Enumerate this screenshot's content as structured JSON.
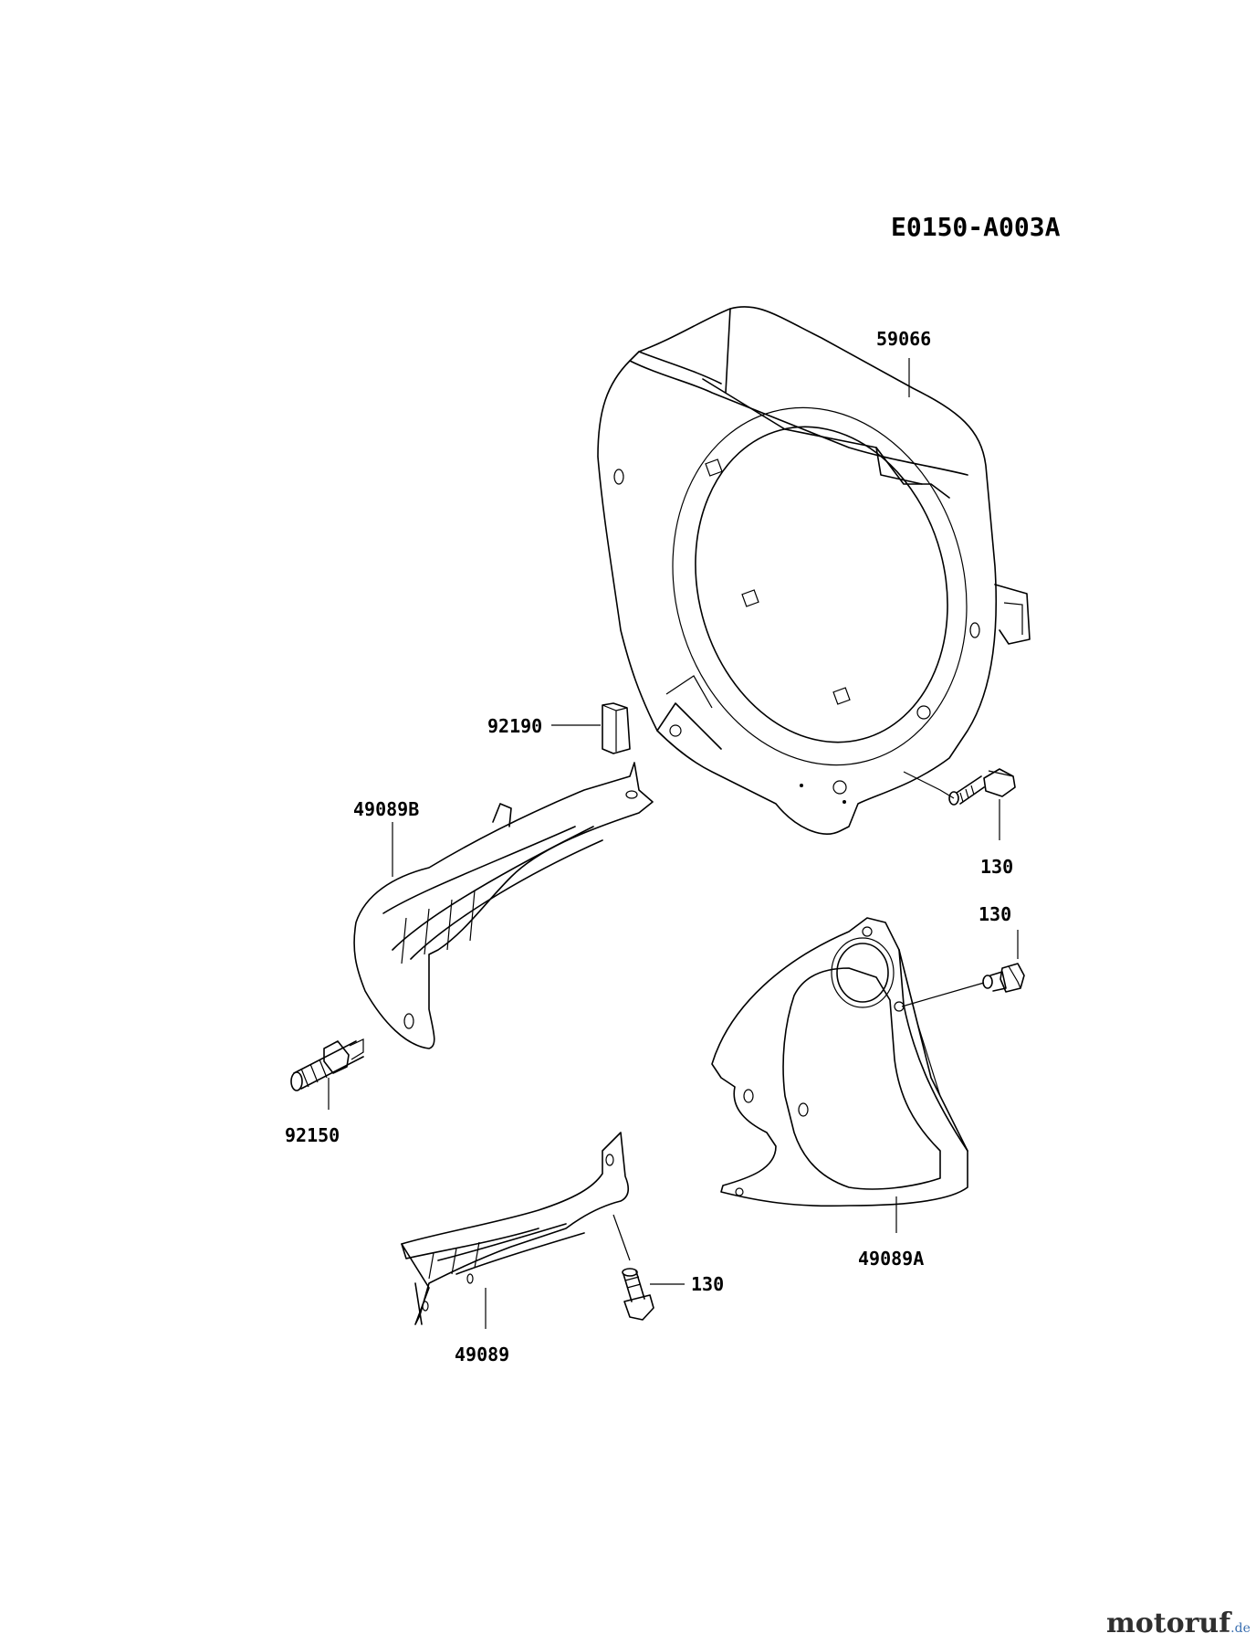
{
  "diagram_code": "E0150-A003A",
  "labels": {
    "p59066": "59066",
    "p92190": "92190",
    "p49089B": "49089B",
    "p130_a": "130",
    "p130_b": "130",
    "p92150": "92150",
    "p49089A": "49089A",
    "p130_c": "130",
    "p49089": "49089"
  },
  "watermark": {
    "main": "motoruf",
    "tld": ".de"
  }
}
